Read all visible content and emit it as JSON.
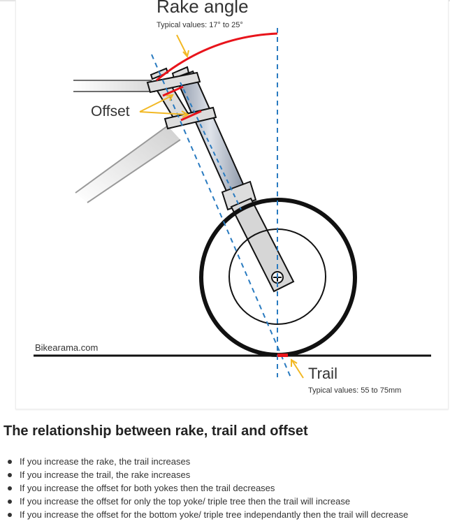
{
  "diagram": {
    "rake_title": "Rake angle",
    "rake_values": "Typical values: 17° to 25°",
    "offset_label": "Offset",
    "trail_label": "Trail",
    "trail_values": "Typical values: 55 to 75mm",
    "watermark": "Bikearama.com",
    "colors": {
      "axis": "#2a7bc0",
      "highlight": "#e8141b",
      "arrow": "#f2b824"
    }
  },
  "section": {
    "heading": "The relationship between rake, trail and offset",
    "bullets": [
      "If you increase the rake, the trail increases",
      "If you increase the trail, the rake increases",
      "If you increase the offset for both yokes then the trail decreases",
      "If you increase the offset for only the top yoke/ triple tree then the trail will increase",
      "If you increase the offset for the bottom yoke/ triple tree independantly then the trail will decrease"
    ]
  }
}
